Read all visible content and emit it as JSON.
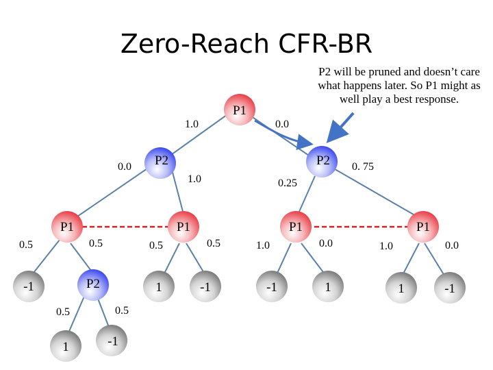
{
  "title": "Zero-Reach CFR-BR",
  "annotation": "P2 will be pruned and doesn’t care what happens later. So P1 might as well play a best response.",
  "colors": {
    "p1_fill": "#e8313a",
    "p2_fill": "#2f3cf0",
    "terminal_fill": "#707070",
    "edge": "#5b80a8",
    "info_set_link": "#d42020",
    "pointer_arrow": "#4472c4"
  },
  "nodes": {
    "root": "P1",
    "l2_left": "P2",
    "l2_right": "P2",
    "l3_a": "P1",
    "l3_b": "P1",
    "l3_c": "P1",
    "l3_d": "P1",
    "l4_chance": "P2",
    "l4_t1": "1",
    "l4_t2": "-1",
    "l4_t3": "-1",
    "l4_t4": "1",
    "l4_t5": "1",
    "l4_t6": "-1",
    "l4_t0": "-1",
    "l5_t1": "1",
    "l5_t2": "-1"
  },
  "edge_labels": {
    "root_left": "1.0",
    "root_right": "0.0",
    "p2l_left": "0.0",
    "p2l_right": "1.0",
    "p2r_left": "0.25",
    "p2r_right": "0. 75",
    "a_left": "0.5",
    "a_right": "0.5",
    "b_left": "0.5",
    "b_right": "0.5",
    "c_left": "1.0",
    "c_right": "0.0",
    "d_left": "1.0",
    "d_right": "0.0",
    "ch_left": "0.5",
    "ch_right": "0.5"
  }
}
